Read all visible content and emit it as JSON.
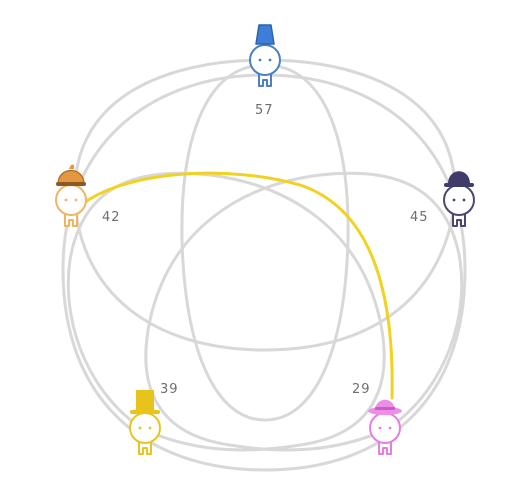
{
  "colors": {
    "ring": "#d8d8d8",
    "highlight": "#f2d21f",
    "background": "#ffffff",
    "score_text": "#6e6e6e"
  },
  "highlight": {
    "from_player": "orange",
    "to_player": "pink"
  },
  "players": [
    {
      "id": "blue",
      "score": "57",
      "color": "#4a80c4",
      "hat_color": "#3d7fd6",
      "hat_icon": "fez-hat-icon"
    },
    {
      "id": "navy",
      "score": "45",
      "color": "#4b4870",
      "hat_color": "#3f3c6a",
      "hat_icon": "bowler-hat-icon"
    },
    {
      "id": "pink",
      "score": "29",
      "color": "#e47fe0",
      "hat_color": "#ee8ee8",
      "hat_icon": "fedora-hat-icon"
    },
    {
      "id": "yellow",
      "score": "39",
      "color": "#e6c51f",
      "hat_color": "#e8c31b",
      "hat_icon": "top-hat-icon"
    },
    {
      "id": "orange",
      "score": "42",
      "color": "#f0b560",
      "hat_color": "#e49640",
      "hat_icon": "deerstalker-hat-icon"
    }
  ]
}
